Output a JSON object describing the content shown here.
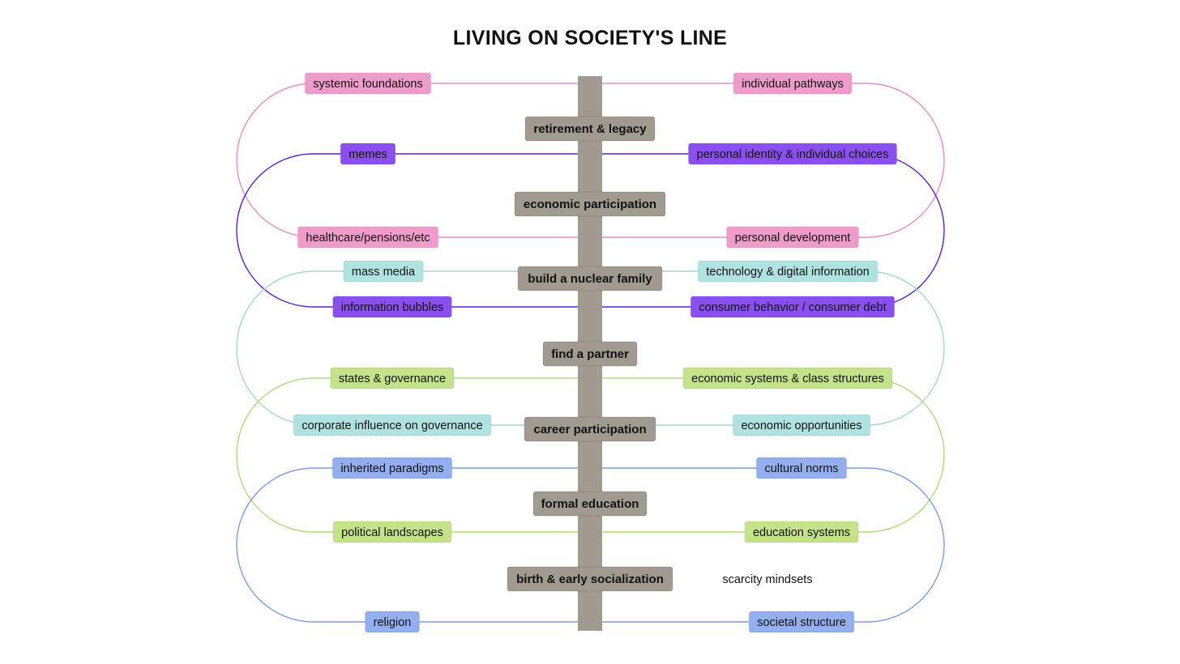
{
  "title": "LIVING ON SOCIETY'S LINE",
  "colors": {
    "pink": "#ef9ccb",
    "pink_line": "#e58cc0",
    "purple": "#8b4ff0",
    "purple_line": "#5a1fd0",
    "cyan": "#b0e2df",
    "cyan_line": "#9fd8d4",
    "green": "#c4e289",
    "green_line": "#b5d97a",
    "blue": "#93aff0",
    "blue_line": "#7a9ee6",
    "stage": "#a19a90",
    "spine": "#a19a90"
  },
  "stages": [
    "retirement & legacy",
    "economic participation",
    "build a nuclear family",
    "find a partner",
    "career participation",
    "formal education",
    "birth & early socialization"
  ],
  "loops": [
    {
      "color": "pink",
      "left": [
        "systemic foundations",
        "healthcare/pensions/etc"
      ],
      "right": [
        "individual pathways",
        "personal development"
      ]
    },
    {
      "color": "purple",
      "left": [
        "memes",
        "information bubbles"
      ],
      "right": [
        "personal identity & individual choices",
        "consumer behavior / consumer debt"
      ]
    },
    {
      "color": "cyan",
      "left": [
        "mass media",
        "corporate influence on governance"
      ],
      "right": [
        "technology & digital information",
        "economic opportunities"
      ]
    },
    {
      "color": "green",
      "left": [
        "states & governance",
        "political landscapes"
      ],
      "right": [
        "economic systems & class structures",
        "education systems"
      ]
    },
    {
      "color": "blue",
      "left": [
        "inherited paradigms",
        "religion"
      ],
      "right": [
        "cultural norms",
        "societal structure"
      ]
    }
  ],
  "free_text": "scarcity mindsets"
}
